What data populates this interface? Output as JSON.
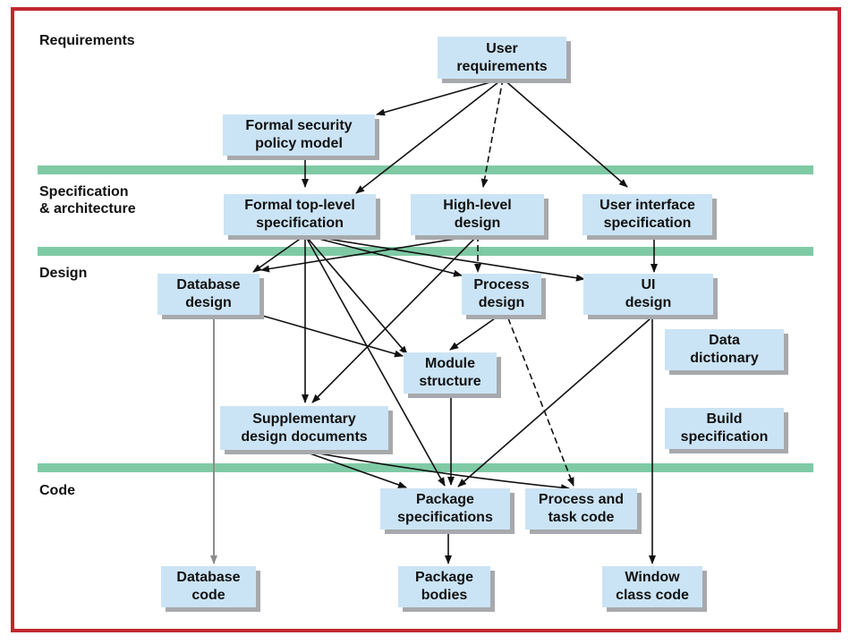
{
  "phases": {
    "requirements": "Requirements",
    "specification": "Specification\n& architecture",
    "design": "Design",
    "code": "Code"
  },
  "nodes": {
    "user_requirements": "User\nrequirements",
    "formal_security_policy_model": "Formal security\npolicy model",
    "formal_top_level_specification": "Formal top-level\nspecification",
    "high_level_design": "High-level\ndesign",
    "user_interface_specification": "User interface\nspecification",
    "database_design": "Database\ndesign",
    "process_design": "Process\ndesign",
    "ui_design": "UI\ndesign",
    "data_dictionary": "Data\ndictionary",
    "module_structure": "Module\nstructure",
    "supplementary_design_documents": "Supplementary\ndesign documents",
    "build_specification": "Build\nspecification",
    "package_specifications": "Package\nspecifications",
    "process_and_task_code": "Process and\ntask code",
    "database_code": "Database\ncode",
    "package_bodies": "Package\nbodies",
    "window_class_code": "Window\nclass code"
  },
  "colors": {
    "frame": "#c1272d",
    "band": "#7fcaa5",
    "node_fill": "#cbe4f5",
    "node_shadow": "#a7a9ac",
    "arrow": "#111111",
    "arrow_grey": "#8c8c8c"
  }
}
